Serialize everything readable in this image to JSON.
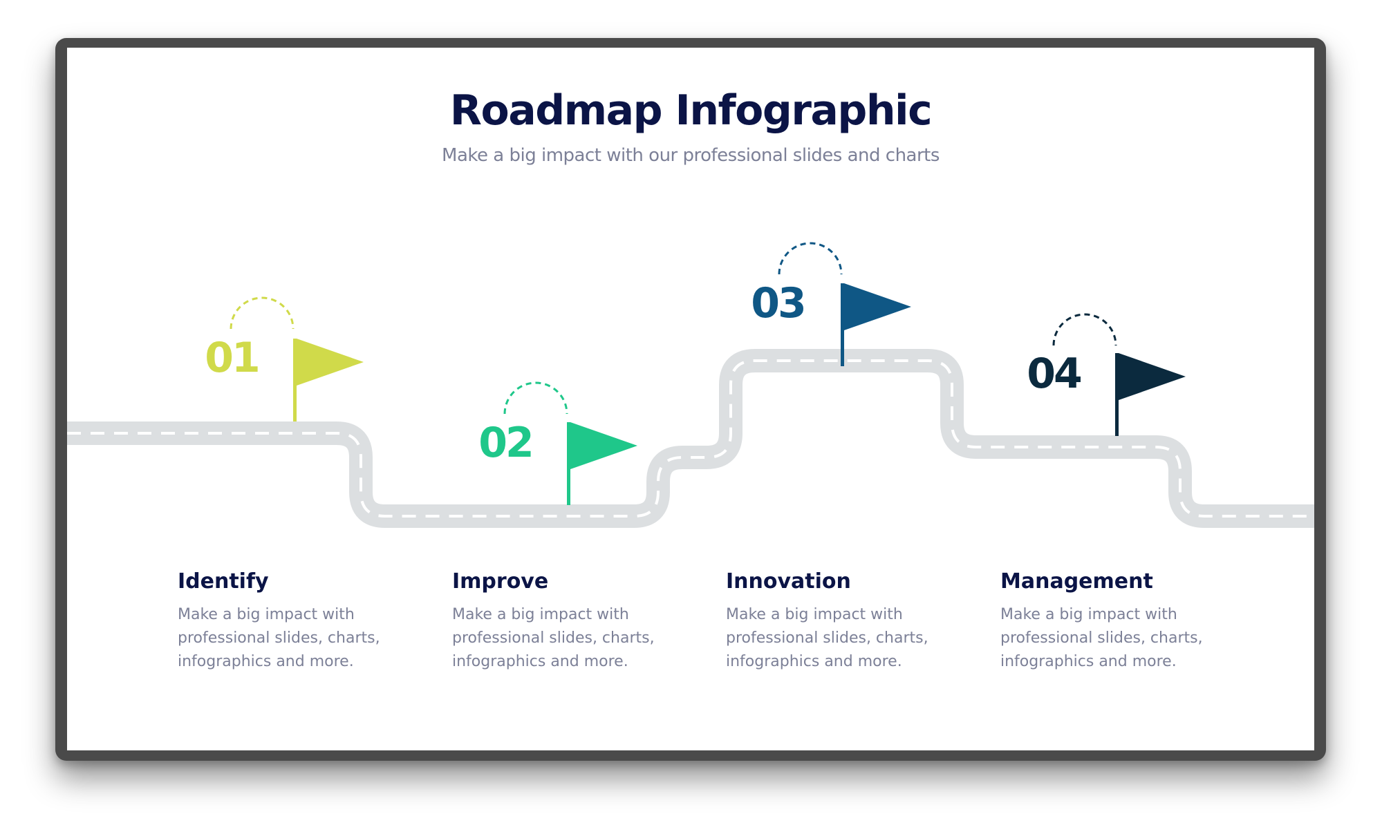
{
  "title": "Roadmap Infographic",
  "subtitle": "Make a big impact with our professional slides and charts",
  "colors": {
    "step1": "#d0da4a",
    "step2": "#1fc78a",
    "step3": "#0f5785",
    "step4": "#0b2a3e",
    "road": "#dcdfe1",
    "heading": "#0b1446",
    "body": "#7c8097"
  },
  "steps": [
    {
      "number": "01",
      "title": "Identify",
      "description": "Make a big impact with professional slides, charts, infographics and more.",
      "icon": "flag-icon"
    },
    {
      "number": "02",
      "title": "Improve",
      "description": "Make a big impact with professional slides, charts, infographics and more.",
      "icon": "flag-icon"
    },
    {
      "number": "03",
      "title": "Innovation",
      "description": "Make a big impact with professional slides, charts, infographics and more.",
      "icon": "flag-icon"
    },
    {
      "number": "04",
      "title": "Management",
      "description": "Make a big impact with professional slides, charts, infographics and more.",
      "icon": "flag-icon"
    }
  ]
}
